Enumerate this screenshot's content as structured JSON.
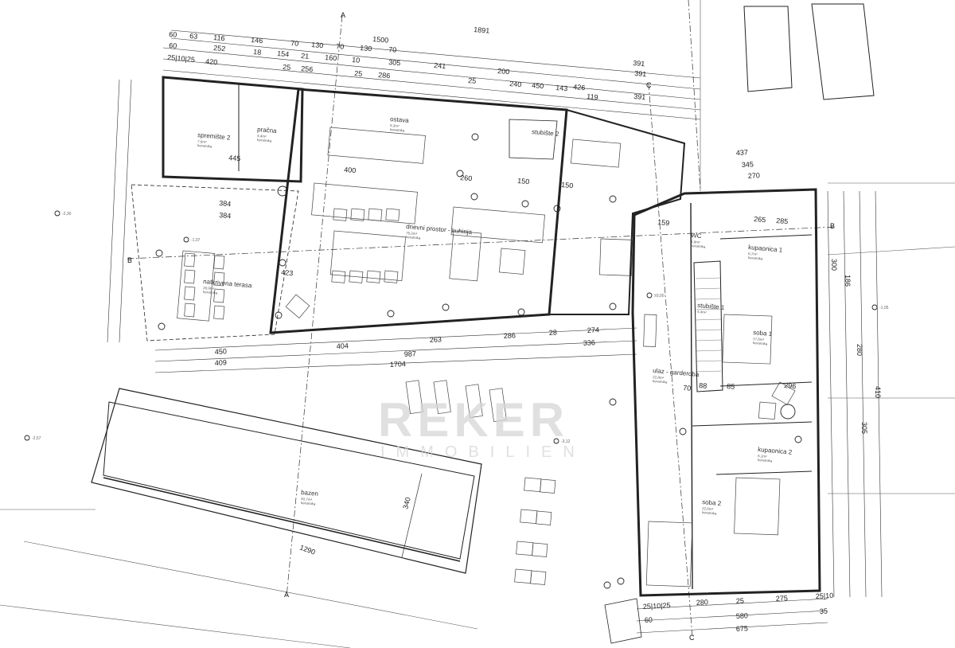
{
  "watermark": {
    "brand": "REKER",
    "sub": "IMMOBILIEN"
  },
  "rooms": [
    {
      "name": "spremište 2",
      "area": "7,6m²",
      "floor": "keramika"
    },
    {
      "name": "pračna",
      "area": "4,4m²",
      "floor": "keramika"
    },
    {
      "name": "ostava",
      "area": "5,3m²",
      "floor": "keramika"
    },
    {
      "name": "stubište 2",
      "area": "",
      "floor": ""
    },
    {
      "name": "dnevni prostor - kuhinja",
      "area": "76,2m²",
      "floor": "keramika"
    },
    {
      "name": "natkrivena terasa",
      "area": "26,9m²",
      "floor": "keramika"
    },
    {
      "name": "WC",
      "area": "1,9m²",
      "floor": "keramika"
    },
    {
      "name": "kupaonica 1",
      "area": "6,7m²",
      "floor": "keramika"
    },
    {
      "name": "stubište 1",
      "area": "4,4m²",
      "floor": ""
    },
    {
      "name": "soba 1",
      "area": "17,6m²",
      "floor": "keramika"
    },
    {
      "name": "ulaz - garderoba",
      "area": "22,8m²",
      "floor": "keramika"
    },
    {
      "name": "kupaonica 2",
      "area": "6,1m²",
      "floor": "keramika"
    },
    {
      "name": "soba 2",
      "area": "22,6m²",
      "floor": "keramika"
    },
    {
      "name": "bazen",
      "area": "40,7m²",
      "floor": "keramika"
    }
  ],
  "dimensions": {
    "top": [
      "1891",
      "1500",
      "60",
      "63",
      "116",
      "146",
      "70",
      "130",
      "70",
      "130",
      "70",
      "391",
      "60",
      "252",
      "18",
      "154",
      "21",
      "160",
      "10",
      "305",
      "241",
      "200",
      "391",
      "25|10|25",
      "420",
      "25",
      "256",
      "25",
      "286",
      "25",
      "240",
      "450",
      "143",
      "426",
      "119",
      "391"
    ],
    "interior": [
      "445",
      "400",
      "260",
      "150",
      "150",
      "384",
      "384",
      "423",
      "159",
      "285",
      "265",
      "296",
      "88",
      "70",
      "85"
    ],
    "bottom": [
      "450",
      "404",
      "263",
      "286",
      "28",
      "274",
      "409",
      "987",
      "336",
      "1704"
    ],
    "bottom_right": [
      "25|10|25",
      "280",
      "25",
      "275",
      "25|10",
      "60",
      "580",
      "35",
      "675"
    ],
    "right": [
      "437",
      "345",
      "270",
      "300",
      "186",
      "280",
      "410",
      "305"
    ],
    "pool": [
      "1290",
      "340"
    ]
  },
  "sections": [
    "A",
    "A",
    "B",
    "B",
    "C",
    "C"
  ],
  "levels": [
    "-2,30",
    "-2,57",
    "-1,07",
    "±0,00",
    "-1,05",
    "-3,12"
  ]
}
